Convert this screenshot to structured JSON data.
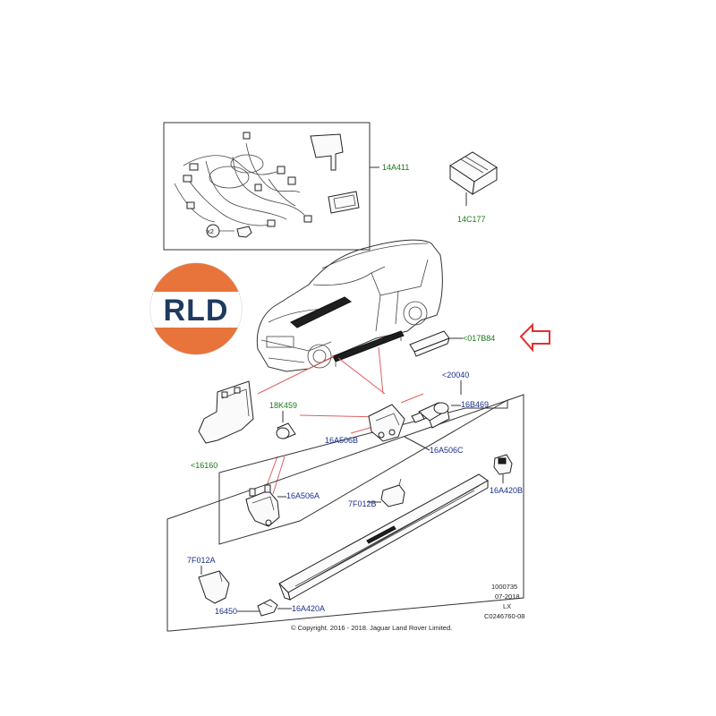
{
  "colors": {
    "green_label": "#1a7a1a",
    "blue_label": "#1c2f8a",
    "leader_red": "#e06060",
    "arrow_red": "#e03030",
    "logo_orange": "#e8743b",
    "logo_navy": "#1f3a5f"
  },
  "logo": {
    "text": "RLD"
  },
  "labels": {
    "kit_harness": "14A411",
    "module": "14C177",
    "sill_link": "<017B84",
    "assembly_link": "<20040",
    "trim_link": "<16160",
    "bushing": "18K459",
    "motor": "16B469",
    "bracket_b": "16A506B",
    "bracket_c": "16A506C",
    "bracket_a": "16A506A",
    "clip": "7F012B",
    "end_cap_b": "16A420B",
    "end_cap_rear": "7F012A",
    "step_board": "16450",
    "end_cap_a": "16A420A"
  },
  "quantity_badge": "x2",
  "doc_info": {
    "line1": "1000735",
    "line2": "07-2018",
    "line3": "LX",
    "line4": "C0246760-08"
  },
  "copyright": "© Copyright. 2016 - 2018. Jaguar Land Rover Limited."
}
